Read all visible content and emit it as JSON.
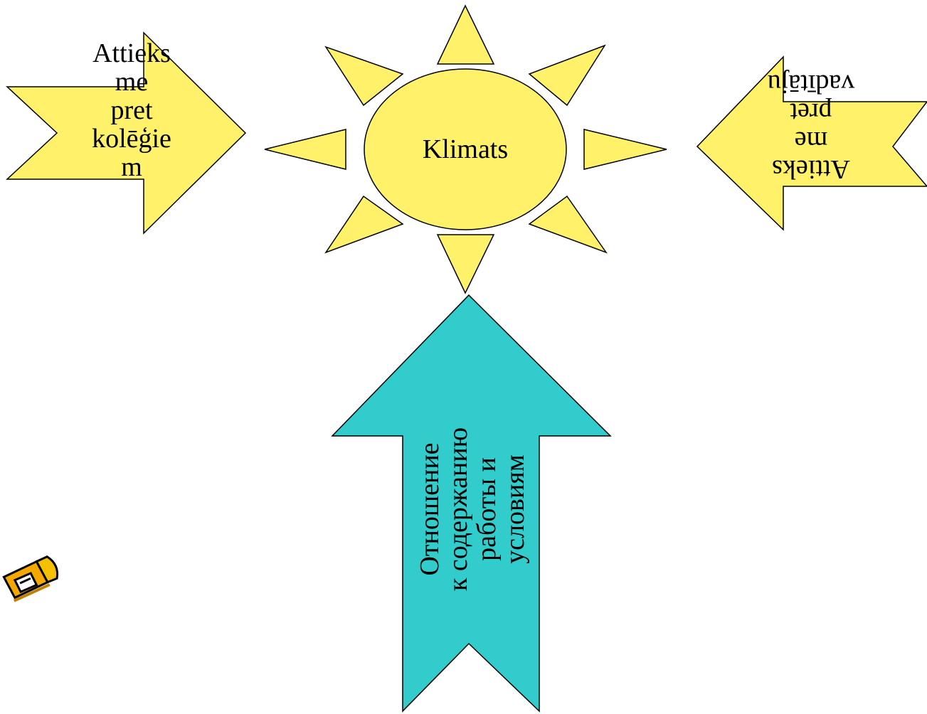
{
  "diagram": {
    "center_label": "Klimats",
    "left_arrow": {
      "lines": [
        "Attieks",
        "me",
        "pret",
        "kolēģie",
        "m"
      ]
    },
    "right_arrow": {
      "lines": [
        "Attieks",
        "me",
        "pret",
        "vadītāju"
      ]
    },
    "bottom_arrow": {
      "lines": [
        "Отношение",
        "к содержанию",
        "работы и",
        "условиям"
      ]
    }
  },
  "colors": {
    "sun": "#FFF16A",
    "side_arrows": "#FFF16A",
    "bottom_arrow": "#33CCCC"
  },
  "decorations": {
    "pencil": "pencil-icon"
  }
}
